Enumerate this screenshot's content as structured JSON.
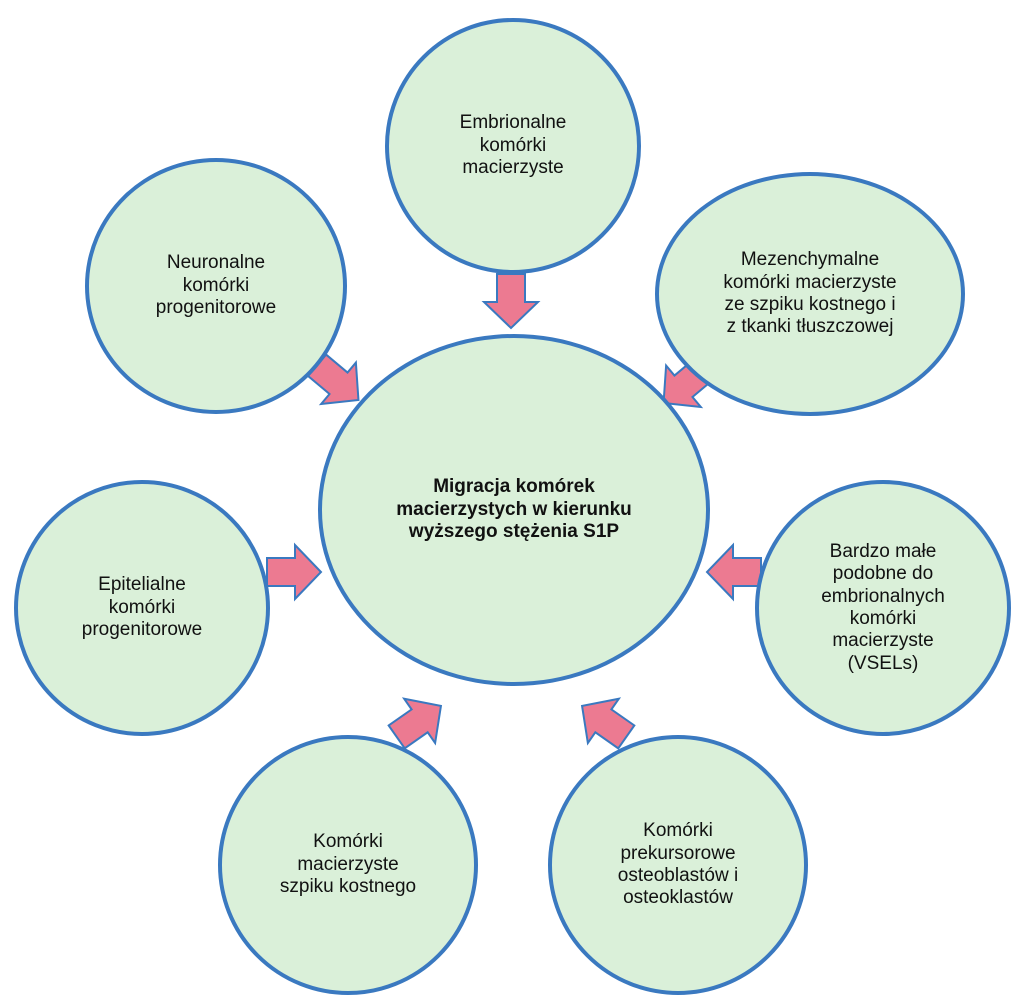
{
  "colors": {
    "node_fill": "#daf0d9",
    "node_border": "#3a79c0",
    "arrow_fill": "#ec7a91",
    "arrow_stroke": "#3a79c0"
  },
  "center": {
    "label": "Migracja komórek\nmacierzystych w kierunku\nwyższego stężenia S1P"
  },
  "satellites": [
    {
      "id": "embrionalne",
      "label": "Embrionalne\nkomórki\nmacierzyste"
    },
    {
      "id": "mezenchymalne",
      "label": "Mezenchymalne\nkomórki macierzyste\nze szpiku kostnego i\nz tkanki tłuszczowej"
    },
    {
      "id": "vsels",
      "label": "Bardzo małe\npodobne do\nembrionalnych\nkomórki\nmacierzyste\n(VSELs)"
    },
    {
      "id": "prekursorowe",
      "label": "Komórki\nprekursorowe\nosteoblastów  i\nosteoklastów"
    },
    {
      "id": "szpiku",
      "label": "Komórki\nmacierzyste\nszpiku kostnego"
    },
    {
      "id": "epitelialne",
      "label": "Epitelialne\nkomórki\nprogenitorowe"
    },
    {
      "id": "neuronalne",
      "label": "Neuronalne\nkomórki\nprogenitorowe"
    }
  ]
}
